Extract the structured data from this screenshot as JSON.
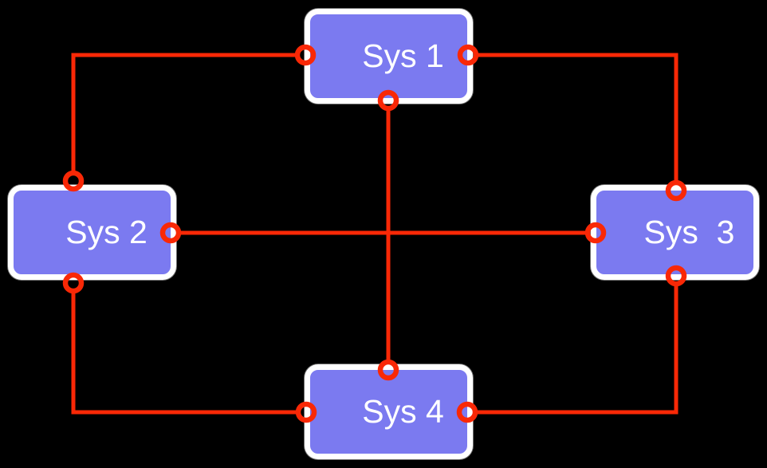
{
  "diagram": {
    "background_color": "#000000",
    "node_fill_color": "#7b7af0",
    "node_border_color": "#ffffff",
    "node_label_color": "#ffffff",
    "connector_color": "#f92806",
    "nodes": [
      {
        "id": "sys1",
        "label": "Sys 1",
        "position": "top-center",
        "ports": [
          "left",
          "right",
          "bottom"
        ]
      },
      {
        "id": "sys2",
        "label": "Sys 2",
        "position": "middle-left",
        "ports": [
          "top",
          "right",
          "bottom"
        ]
      },
      {
        "id": "sys3",
        "label": "Sys  3",
        "position": "middle-right",
        "ports": [
          "top",
          "left",
          "bottom"
        ]
      },
      {
        "id": "sys4",
        "label": "Sys 4",
        "position": "bottom-center",
        "ports": [
          "left",
          "top",
          "right"
        ]
      }
    ],
    "connections": [
      {
        "from": "sys1",
        "from_port": "left",
        "to": "sys2",
        "to_port": "top",
        "routing": "orthogonal"
      },
      {
        "from": "sys1",
        "from_port": "right",
        "to": "sys3",
        "to_port": "top",
        "routing": "orthogonal"
      },
      {
        "from": "sys1",
        "from_port": "bottom",
        "to": "sys4",
        "to_port": "top",
        "routing": "straight-vertical"
      },
      {
        "from": "sys2",
        "from_port": "right",
        "to": "sys3",
        "to_port": "left",
        "routing": "straight-horizontal"
      },
      {
        "from": "sys2",
        "from_port": "bottom",
        "to": "sys4",
        "to_port": "left",
        "routing": "orthogonal"
      },
      {
        "from": "sys3",
        "from_port": "bottom",
        "to": "sys4",
        "to_port": "right",
        "routing": "orthogonal"
      }
    ]
  }
}
